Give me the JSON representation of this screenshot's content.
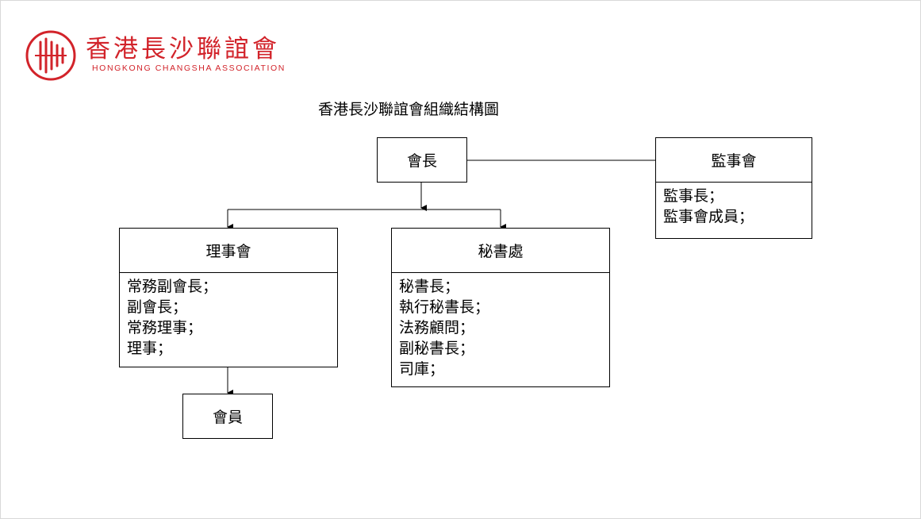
{
  "logo": {
    "title": "香港長沙聯誼會",
    "subtitle": "HONGKONG CHANGSHA ASSOCIATION",
    "color": "#d2232a"
  },
  "diagram": {
    "title": "香港長沙聯誼會組織結構圖",
    "president": "會長",
    "supervisory_board": {
      "title": "監事會",
      "members": [
        "監事長；",
        "監事會成員；"
      ]
    },
    "council": {
      "title": "理事會",
      "members": [
        "常務副會長；",
        "副會長；",
        "常務理事；",
        "理事；"
      ]
    },
    "secretariat": {
      "title": "秘書處",
      "members": [
        "秘書長；",
        "執行秘書長；",
        "法務顧問；",
        "副秘書長；",
        "司庫；"
      ]
    },
    "members_box": "會員"
  }
}
